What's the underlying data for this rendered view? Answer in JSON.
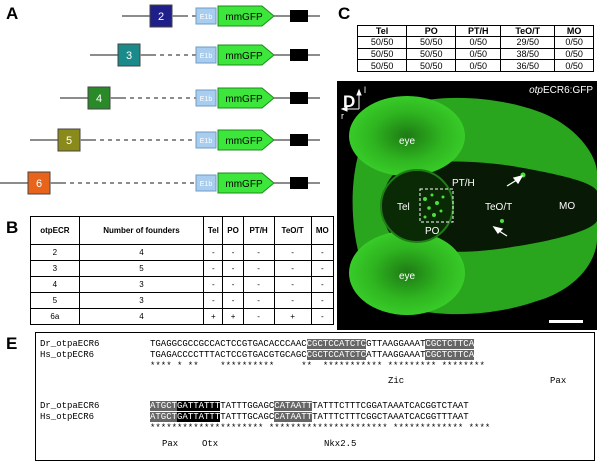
{
  "panel_labels": {
    "a": "A",
    "b": "B",
    "c": "C",
    "d": "D",
    "e": "E"
  },
  "panelA": {
    "constructs": [
      {
        "num": "2",
        "color": "#1f1f8a"
      },
      {
        "num": "3",
        "color": "#1a8a8a"
      },
      {
        "num": "4",
        "color": "#2a8a2a"
      },
      {
        "num": "5",
        "color": "#8a8a1a"
      },
      {
        "num": "6",
        "color": "#e8641a"
      }
    ],
    "e1b": "E1b",
    "gfp": "mmGFP"
  },
  "tableB": {
    "headers": [
      "otpECR",
      "Number of founders",
      "Tel",
      "PO",
      "PT/H",
      "TeO/T",
      "MO"
    ],
    "rows": [
      [
        "2",
        "4",
        "-",
        "-",
        "-",
        "-",
        "-"
      ],
      [
        "3",
        "5",
        "-",
        "-",
        "-",
        "-",
        "-"
      ],
      [
        "4",
        "3",
        "-",
        "-",
        "-",
        "-",
        "-"
      ],
      [
        "5",
        "3",
        "-",
        "-",
        "-",
        "-",
        "-"
      ],
      [
        "6a",
        "4",
        "+",
        "+",
        "-",
        "+",
        "-"
      ]
    ]
  },
  "tableC": {
    "headers": [
      "Tel",
      "PO",
      "PT/H",
      "TeO/T",
      "MO"
    ],
    "rows": [
      [
        "50/50",
        "50/50",
        "0/50",
        "29/50",
        "0/50"
      ],
      [
        "50/50",
        "50/50",
        "0/50",
        "38/50",
        "0/50"
      ],
      [
        "50/50",
        "50/50",
        "0/50",
        "36/50",
        "0/50"
      ]
    ]
  },
  "panelD": {
    "title_italic": "otp",
    "title_rest": "ECR6:GFP",
    "axis_l": "l",
    "axis_r": "r",
    "labels": {
      "eye_top": "eye",
      "eye_bottom": "eye",
      "tel": "Tel",
      "po": "PO",
      "pth": "PT/H",
      "teot": "TeO/T",
      "mo": "MO"
    },
    "colors": {
      "gfp": "#3ad12a"
    }
  },
  "panelE": {
    "block1": {
      "dr_name": "Dr_otpaECR6",
      "hs_name": "Hs_otpECR6",
      "dr_seq": [
        "TGAGGCGCCGCCACTCCGTGACACCCAAC",
        "CGCTCCATCTC",
        "GTTAAGGAAAT",
        "CGCTCTTCA"
      ],
      "hs_seq": [
        "TGAGACCCCTTTACTCCGTGACGTGCAGC",
        "CGCTCCATCTC",
        "ATTAAGGAAAT",
        "CGCTCTTCA"
      ],
      "stars": "**** * **    **********     **  *********** ********* ********",
      "motifs": "Zic                           Pax"
    },
    "block2": {
      "dr_name": "Dr_otpaECR6",
      "hs_name": "Hs_otpECR6",
      "dr_seq": [
        "ATGCT",
        "GATTATTT",
        "TATTTGGAGC",
        "CATAATT",
        "TATTTCTTTCGGATAAATCACGGTCTAAT"
      ],
      "hs_seq": [
        "ATGCT",
        "GATTATTT",
        "TATTTGCAGC",
        "CATAATT",
        "TATTTCTTTCGGCTAAATCACGGTTTAAT"
      ],
      "stars": "********************* ********************** ************* ****",
      "motif_pax": "Pax",
      "motif_otx": "Otx",
      "motif_nkx": "Nkx2.5"
    }
  }
}
